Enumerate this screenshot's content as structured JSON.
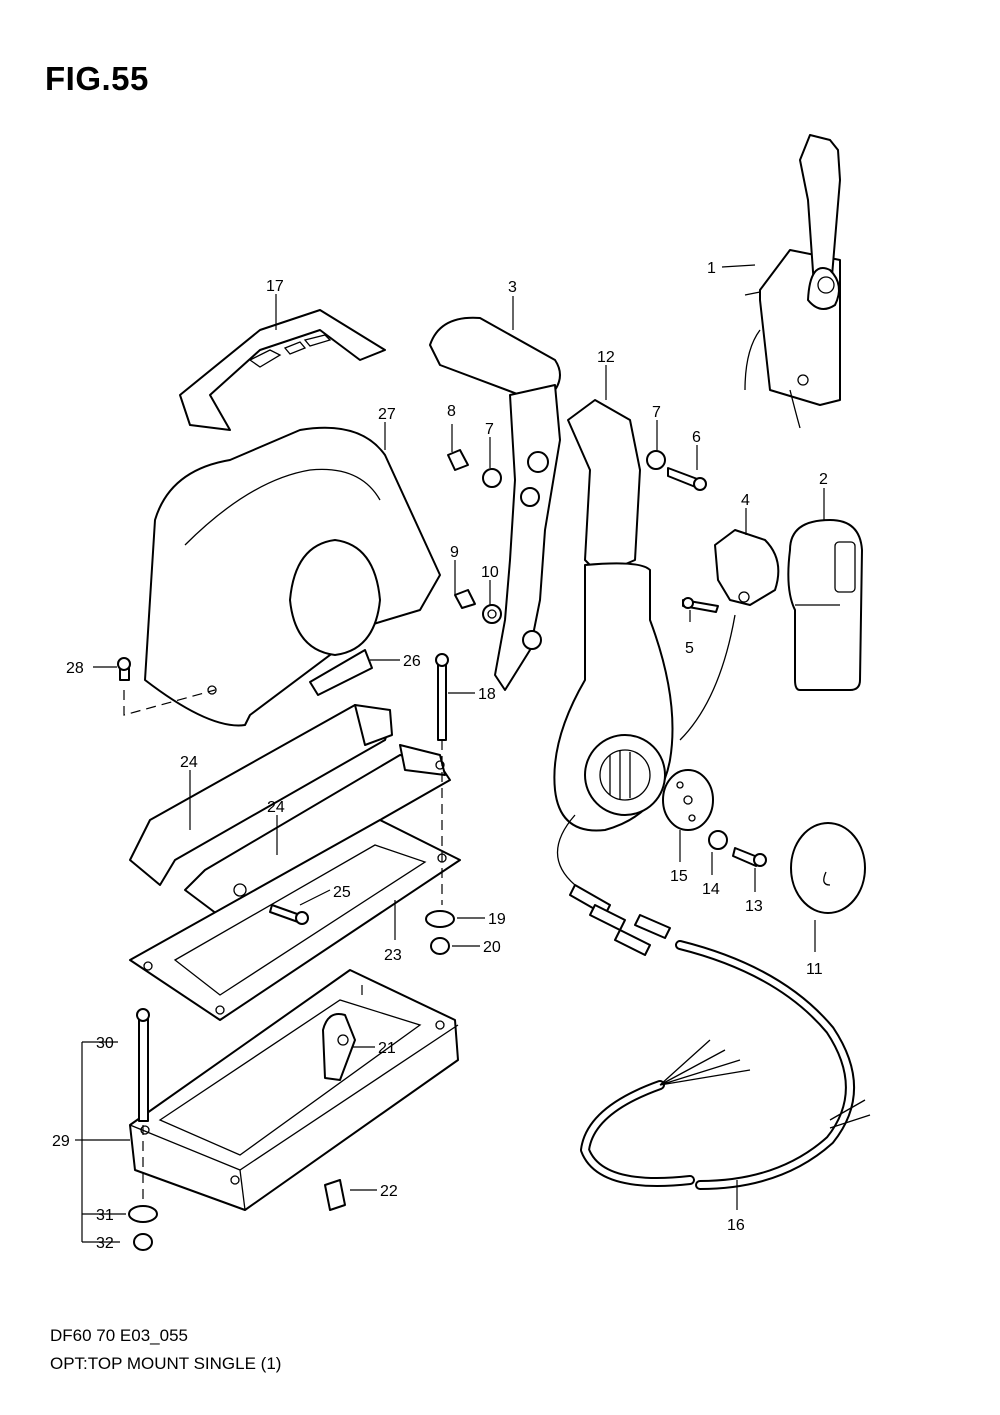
{
  "figure": {
    "title": "FIG.55",
    "code": "DF60 70 E03_055",
    "description": "OPT:TOP MOUNT SINGLE (1)"
  },
  "callouts": {
    "c1": "1",
    "c2": "2",
    "c3": "3",
    "c4": "4",
    "c5": "5",
    "c6": "6",
    "c7a": "7",
    "c7b": "7",
    "c8": "8",
    "c9": "9",
    "c10": "10",
    "c11": "11",
    "c12": "12",
    "c13": "13",
    "c14": "14",
    "c15": "15",
    "c16": "16",
    "c17": "17",
    "c18": "18",
    "c19": "19",
    "c20": "20",
    "c21": "21",
    "c22": "22",
    "c23": "23",
    "c24a": "24",
    "c24b": "24",
    "c25": "25",
    "c26": "26",
    "c27": "27",
    "c28": "28",
    "c29": "29",
    "c30": "30",
    "c31": "31",
    "c32": "32"
  }
}
